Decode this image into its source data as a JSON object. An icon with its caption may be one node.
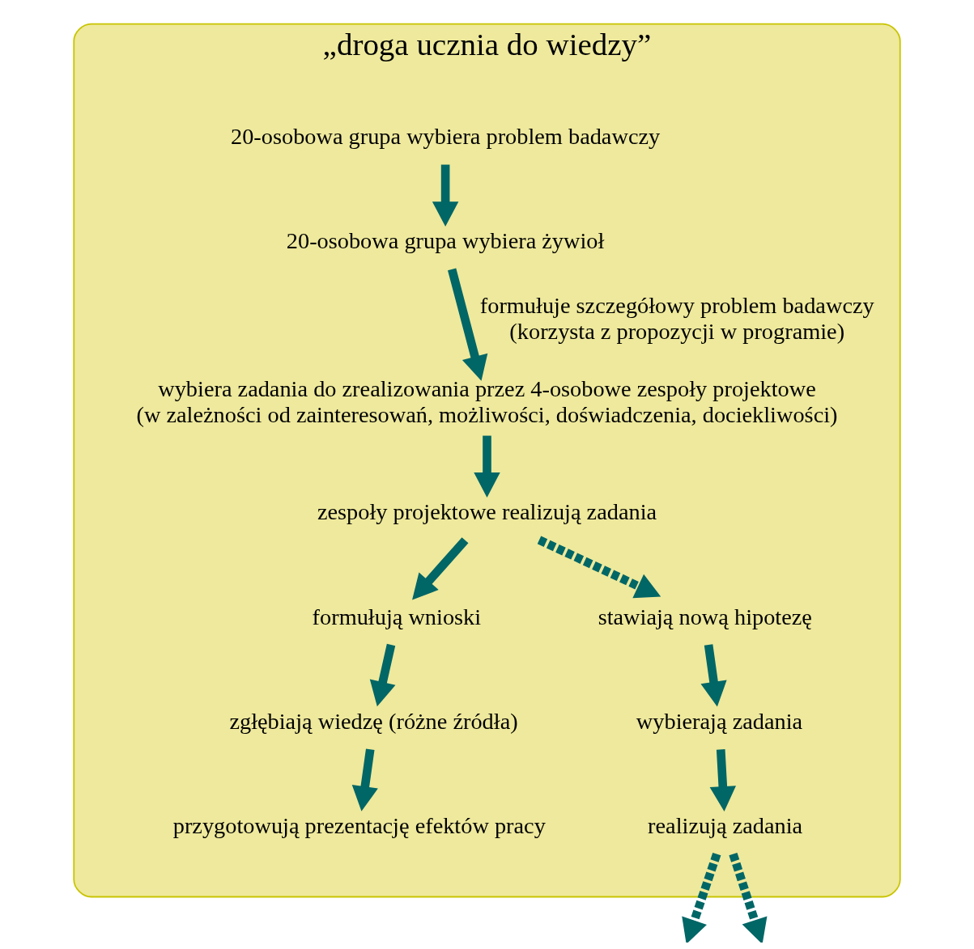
{
  "diagram": {
    "nodes": [
      {
        "text": [
          "„droga ucznia do wiedzy”"
        ]
      },
      {
        "text": [
          "20-osobowa grupa wybiera problem badawczy"
        ],
        "in": 0
      },
      {
        "text": [
          "20-osobowa grupa wybiera żywioł"
        ],
        "in": 0
      },
      {
        "text": [
          "wybiera zadania do zrealizowania przez 4-osobowe zespoły projektowe",
          "(w zależności od zainteresowań, możliwości, doświadczenia, dociekliwości)"
        ],
        "in": 0
      },
      {
        "text": [
          "zespoły projektowe realizują zadania"
        ],
        "in": 0
      },
      {
        "text": [
          "formułują wnioski"
        ],
        "in": 0
      },
      {
        "text": [
          "zgłębiają wiedzę (różne źródła)"
        ],
        "in": 0
      },
      {
        "text": [
          "przygotowują prezentację efektów pracy"
        ],
        "in": 0
      },
      {
        "text": [
          "stawiają nową hipotezę"
        ],
        "in": 0
      },
      {
        "text": [
          "wybierają zadania"
        ],
        "in": 0
      },
      {
        "text": [
          "realizują zadania"
        ],
        "in": 0
      }
    ],
    "edges": [
      {
        "from": 1,
        "to": 2,
        "arrow": "to"
      },
      {
        "from": 2,
        "to": 3,
        "arrow": "to",
        "label": "formułuje szczegółowy problem badawczy (korzysta z propozycji w programie)"
      },
      {
        "from": 3,
        "to": 4,
        "arrow": "to"
      },
      {
        "from": 4,
        "to": 5,
        "arrow": "to"
      },
      {
        "from": 4,
        "to": 8,
        "arrow": "to",
        "style": "dashed"
      },
      {
        "from": 5,
        "to": 6,
        "arrow": "to"
      },
      {
        "from": 6,
        "to": 7,
        "arrow": "to"
      },
      {
        "from": 8,
        "to": 9,
        "arrow": "to"
      },
      {
        "from": 9,
        "to": 10,
        "arrow": "to"
      },
      {
        "from": 10,
        "to": null,
        "arrow": "to",
        "style": "dashed"
      },
      {
        "from": 10,
        "to": null,
        "arrow": "to",
        "style": "dashed"
      }
    ]
  }
}
